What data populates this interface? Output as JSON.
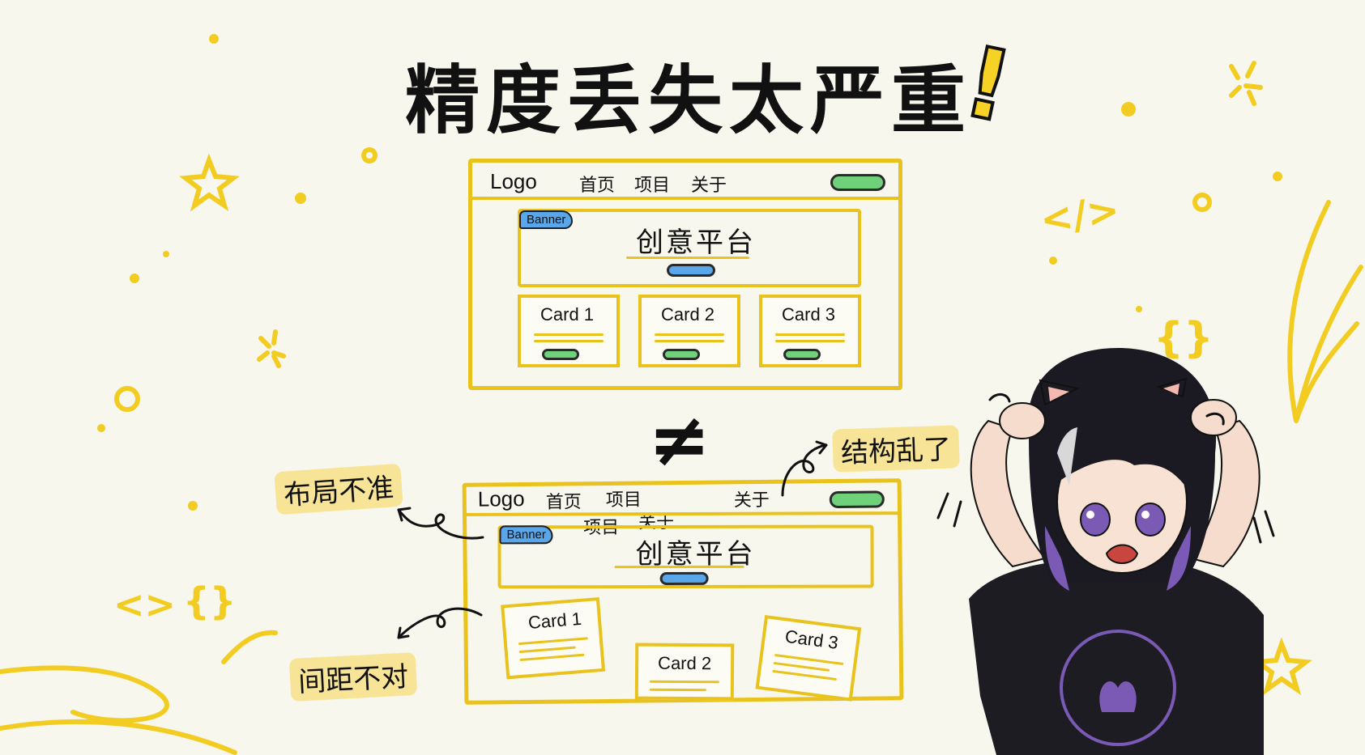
{
  "heading": {
    "text": "精度丢失太严重",
    "mark": "!"
  },
  "neq_symbol": "≠",
  "top_mock": {
    "logo": "Logo",
    "nav": [
      "首页",
      "项目",
      "关于"
    ],
    "banner_tag": "Banner",
    "hero_title": "创意平台",
    "cards": [
      "Card 1",
      "Card 2",
      "Card 3"
    ]
  },
  "bottom_mock": {
    "logo": "Logo",
    "nav_row1": [
      "首页",
      "项目",
      "关于"
    ],
    "nav_row2": [
      "项目",
      "关于"
    ],
    "banner_tag": "Banner",
    "hero_title": "创意平台",
    "cards": [
      "Card 1",
      "Card 2",
      "Card 3"
    ]
  },
  "callouts": {
    "layout": "布局不准",
    "spacing": "间距不对",
    "structure": "结构乱了"
  },
  "doodles": {
    "code_tag": "<>",
    "braces": "{}",
    "code_tag_right": "</>"
  },
  "colors": {
    "accent": "#e9c21e",
    "green": "#6fd27a",
    "blue": "#5aa6ea",
    "hair": "#1b1a22",
    "purple": "#7a5ab5"
  }
}
